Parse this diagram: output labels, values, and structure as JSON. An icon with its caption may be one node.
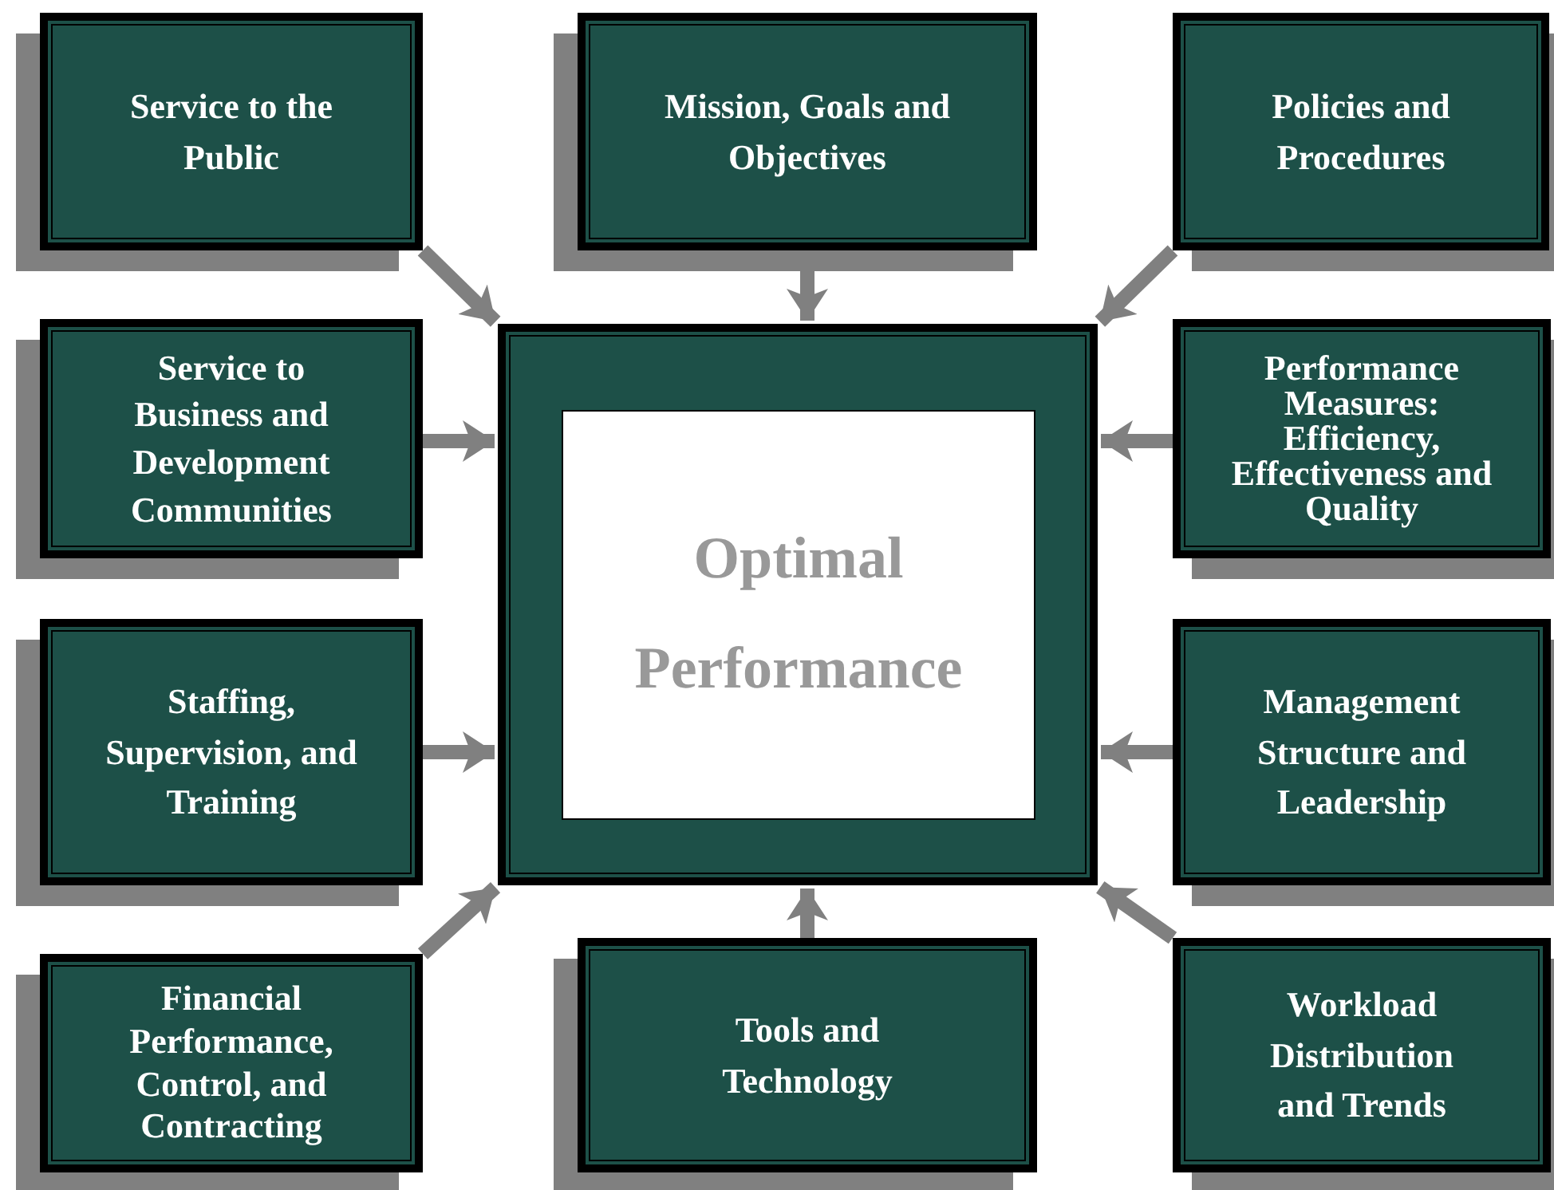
{
  "diagram": {
    "nodes": [
      {
        "text": [
          "Service to the Public"
        ]
      },
      {
        "text": [
          "Mission, Goals and Objectives"
        ]
      },
      {
        "text": [
          "Policies and Procedures"
        ]
      },
      {
        "text": [
          "Service to Business and Development Communities"
        ]
      },
      {
        "text": [],
        "shape": "box"
      },
      {
        "text": [
          "Optimal Performance"
        ],
        "in": 4
      },
      {
        "text": [
          "Performance Measures: Efficiency, Effectiveness and Quality"
        ]
      },
      {
        "text": [
          "Staffing, Supervision, and Training"
        ]
      },
      {
        "text": [
          "Management Structure and Leadership"
        ]
      },
      {
        "text": [
          "Financial Performance, Control, and Contracting"
        ]
      },
      {
        "text": [
          "Tools and Technology"
        ]
      },
      {
        "text": [
          "Workload Distribution and Trends"
        ]
      }
    ],
    "edges": [
      {
        "from": 0,
        "to": 4,
        "arrow": "to"
      },
      {
        "from": 1,
        "to": 4,
        "arrow": "to"
      },
      {
        "from": 2,
        "to": 4,
        "arrow": "to"
      },
      {
        "from": 3,
        "to": 4,
        "arrow": "to"
      },
      {
        "from": 6,
        "to": 4,
        "arrow": "to"
      },
      {
        "from": 7,
        "to": 4,
        "arrow": "to"
      },
      {
        "from": 8,
        "to": 4,
        "arrow": "to"
      },
      {
        "from": 9,
        "to": 4,
        "arrow": "to"
      },
      {
        "from": 10,
        "to": 4,
        "arrow": "to"
      },
      {
        "from": 11,
        "to": 4,
        "arrow": "to"
      }
    ]
  }
}
